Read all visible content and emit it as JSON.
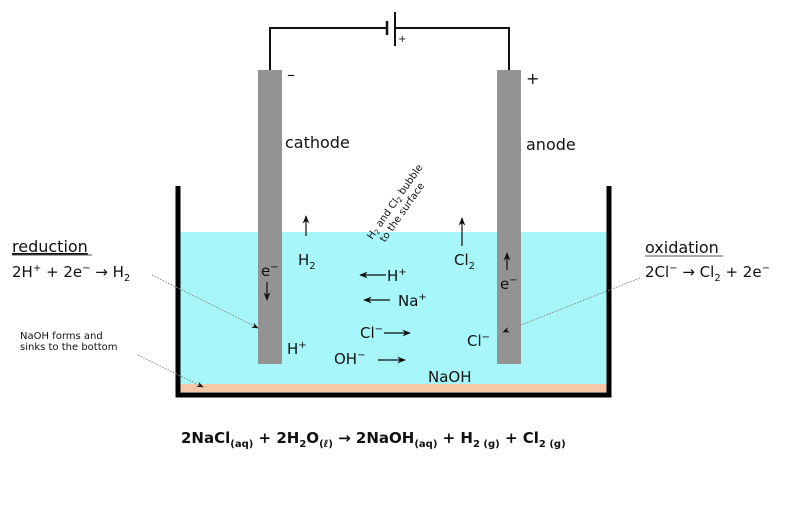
{
  "colors": {
    "electrolyte": "#a6f6fa",
    "naoh_layer": "#f5c9a8",
    "electrode": "#939393",
    "container": "#000000",
    "wire": "#111111"
  },
  "battery": {
    "plus_label": "+"
  },
  "cathode": {
    "label": "cathode",
    "sign": "–"
  },
  "anode": {
    "label": "anode",
    "sign": "+"
  },
  "bubble_note": {
    "line1_a": "H",
    "line1_sub": "2",
    "line1_b": " and Cl",
    "line1_sub2": "2",
    "line1_c": " bubble",
    "line2": "to the surface"
  },
  "reduction": {
    "title": "reduction",
    "eq_a": "2H",
    "eq_sup1": "+",
    "eq_b": " + 2e",
    "eq_sup2": "−",
    "eq_c": " → H",
    "eq_sub": "2"
  },
  "oxidation": {
    "title": "oxidation",
    "eq_a": "2Cl",
    "eq_sup1": "−",
    "eq_b": " → Cl",
    "eq_sub": "2",
    "eq_c": " + 2e",
    "eq_sup2": "−"
  },
  "naoh_note": {
    "line1": "NaOH forms and",
    "line2": "sinks to the bottom"
  },
  "species": {
    "h2": {
      "base": "H",
      "sub": "2"
    },
    "cl2": {
      "base": "Cl",
      "sub": "2"
    },
    "e_cathode": {
      "base": "e",
      "sup": "−"
    },
    "e_anode": {
      "base": "e",
      "sup": "−"
    },
    "h_plus_mid": {
      "base": "H",
      "sup": "+"
    },
    "na_plus": {
      "base": "Na",
      "sup": "+"
    },
    "cl_minus_mid": {
      "base": "Cl",
      "sup": "−"
    },
    "oh_minus": {
      "base": "OH",
      "sup": "−"
    },
    "h_plus_cathode": {
      "base": "H",
      "sup": "+"
    },
    "cl_minus_anode": {
      "base": "Cl",
      "sup": "−"
    },
    "naoh": "NaOH"
  },
  "overall_equation": {
    "t1": "2NaCl",
    "s1": "(aq)",
    "t2": " + 2H",
    "s2": "2",
    "t3": "O",
    "s3": "(ℓ)",
    "t4": " → 2NaOH",
    "s4": "(aq)",
    "t5": " + H",
    "s5": "2 (g)",
    "t6": " + Cl",
    "s6": "2 (g)"
  }
}
